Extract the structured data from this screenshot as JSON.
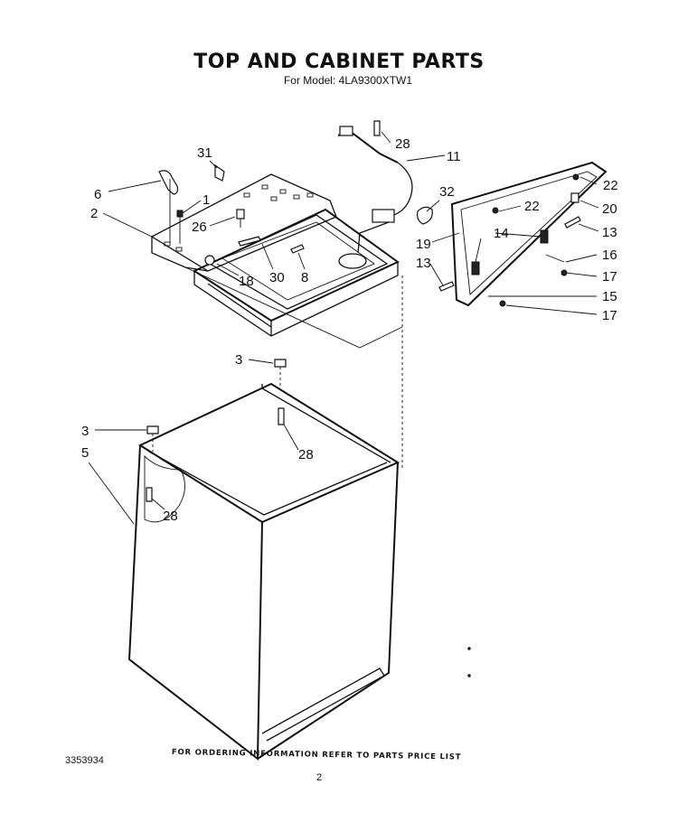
{
  "title": "TOP AND CABINET PARTS",
  "subtitle": "For Model: 4LA9300XTW1",
  "footer_note": "FOR ORDERING INFORMATION REFER TO PARTS PRICE LIST",
  "document_number": "3353934",
  "page_number": "2",
  "callouts": {
    "c31": "31",
    "c6": "6",
    "c1": "1",
    "c2": "2",
    "c26": "26",
    "c18": "18",
    "c30": "30",
    "c8": "8",
    "c28a": "28",
    "c11": "11",
    "c32": "32",
    "c22a": "22",
    "c22b": "22",
    "c20": "20",
    "c13a": "13",
    "c14": "14",
    "c19": "19",
    "c16": "16",
    "c13b": "13",
    "c17a": "17",
    "c15": "15",
    "c17b": "17",
    "c3a": "3",
    "c28b": "28",
    "c3b": "3",
    "c5": "5",
    "c28c": "28"
  }
}
